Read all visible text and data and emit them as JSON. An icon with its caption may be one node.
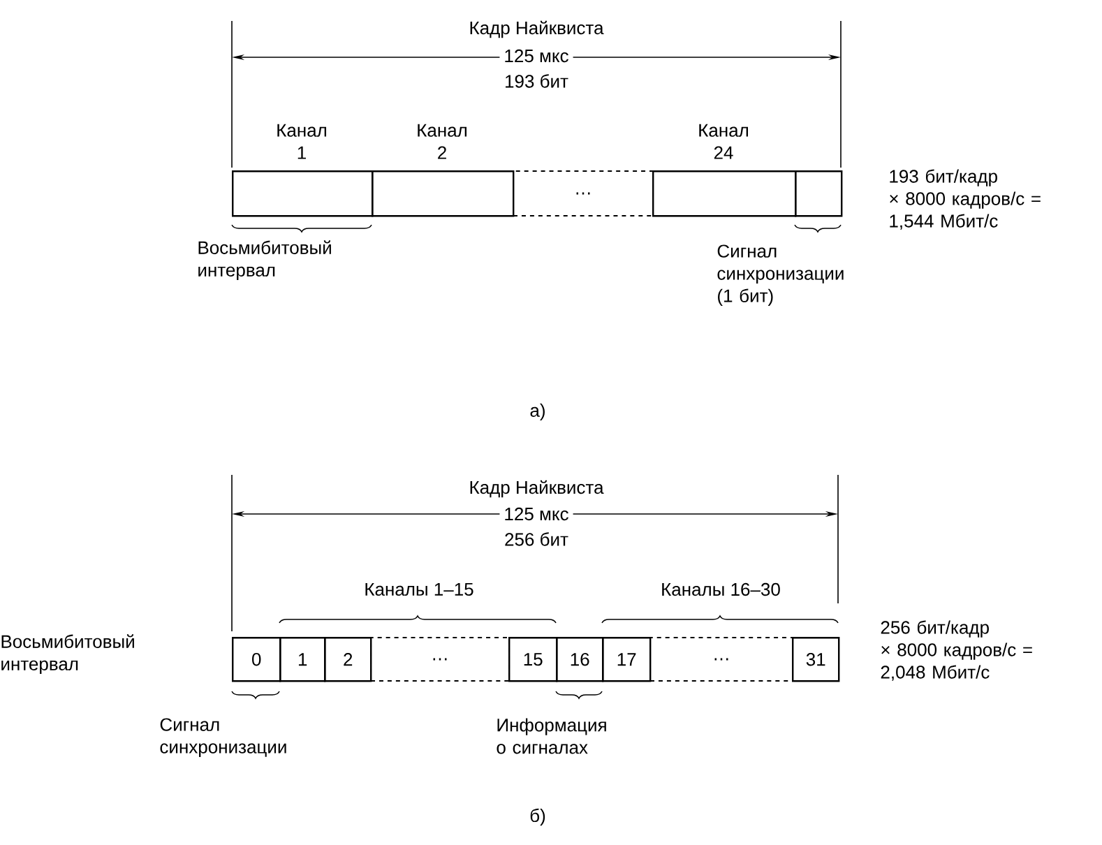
{
  "diagram": {
    "nodes": [
      {
        "text": [],
        "shape": "box",
        "beside": [
          "Канал 1"
        ]
      },
      {
        "text": [],
        "shape": "box",
        "beside": [
          "Канал 2"
        ]
      },
      {
        "text": [
          "…"
        ]
      },
      {
        "text": [],
        "shape": "box",
        "beside": [
          "Канал 24"
        ]
      },
      {
        "text": [],
        "shape": "box"
      },
      {
        "text": [
          "0"
        ]
      },
      {
        "text": [
          "1"
        ]
      },
      {
        "text": [
          "2"
        ]
      },
      {
        "text": [
          "…"
        ]
      },
      {
        "text": [
          "15"
        ]
      },
      {
        "text": [
          "16"
        ]
      },
      {
        "text": [
          "17"
        ]
      },
      {
        "text": [
          "…"
        ]
      },
      {
        "text": [
          "31"
        ]
      }
    ],
    "labels": [
      "Кадр Найквиста",
      "125 мкс",
      "193 бит",
      "193 бит/кадр × 8000 кадров/с = 1,544 Мбит/с",
      "Восьмибитовый интервал",
      "Сигнал синхронизации (1 бит)",
      "а)",
      "Кадр Найквиста",
      "125 мкс",
      "256 бит",
      "Каналы 1–15",
      "Каналы 16–30",
      "Восьмибитовый интервал",
      "256 бит/кадр × 8000 кадров/с = 2,048 Мбит/с",
      "Сигнал синхронизации",
      "Информация о сигналах",
      "б)"
    ]
  }
}
